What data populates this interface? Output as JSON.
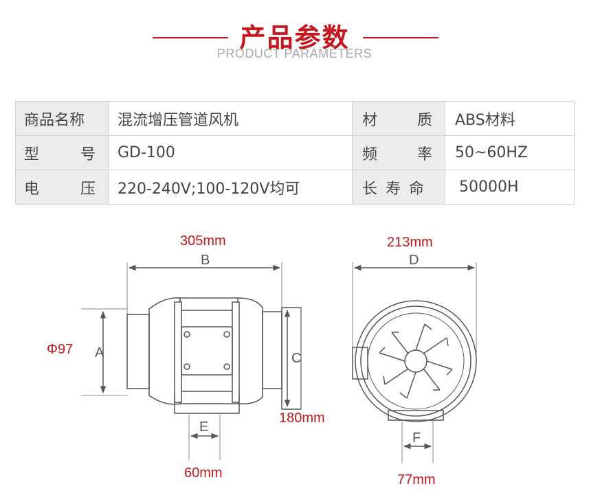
{
  "header": {
    "title": "产品参数",
    "subtitle": "PRODUCT PARAMETERS"
  },
  "params": {
    "rows": [
      {
        "label1": [
          "商品名称"
        ],
        "value1": "混流增压管道风机",
        "label2": [
          "材",
          "质"
        ],
        "value2": "ABS材料"
      },
      {
        "label1": [
          "型",
          "号"
        ],
        "value1": "GD-100",
        "label2": [
          "频",
          "率"
        ],
        "value2": "50~60HZ"
      },
      {
        "label1": [
          "电",
          "压"
        ],
        "value1": "220-240V;100-120V均可",
        "label2": [
          "长",
          "寿",
          "命"
        ],
        "value2": "50000H"
      }
    ]
  },
  "dimensions": {
    "b": "305mm",
    "a": "Φ97",
    "c": "180mm",
    "e": "60mm",
    "d": "213mm",
    "f": "77mm",
    "letters": {
      "b": "B",
      "a": "A",
      "c": "C",
      "e": "E",
      "d": "D",
      "f": "F"
    }
  },
  "colors": {
    "accent": "#c4161c",
    "label_bg": "#ececec",
    "border": "#d0d0d0"
  }
}
